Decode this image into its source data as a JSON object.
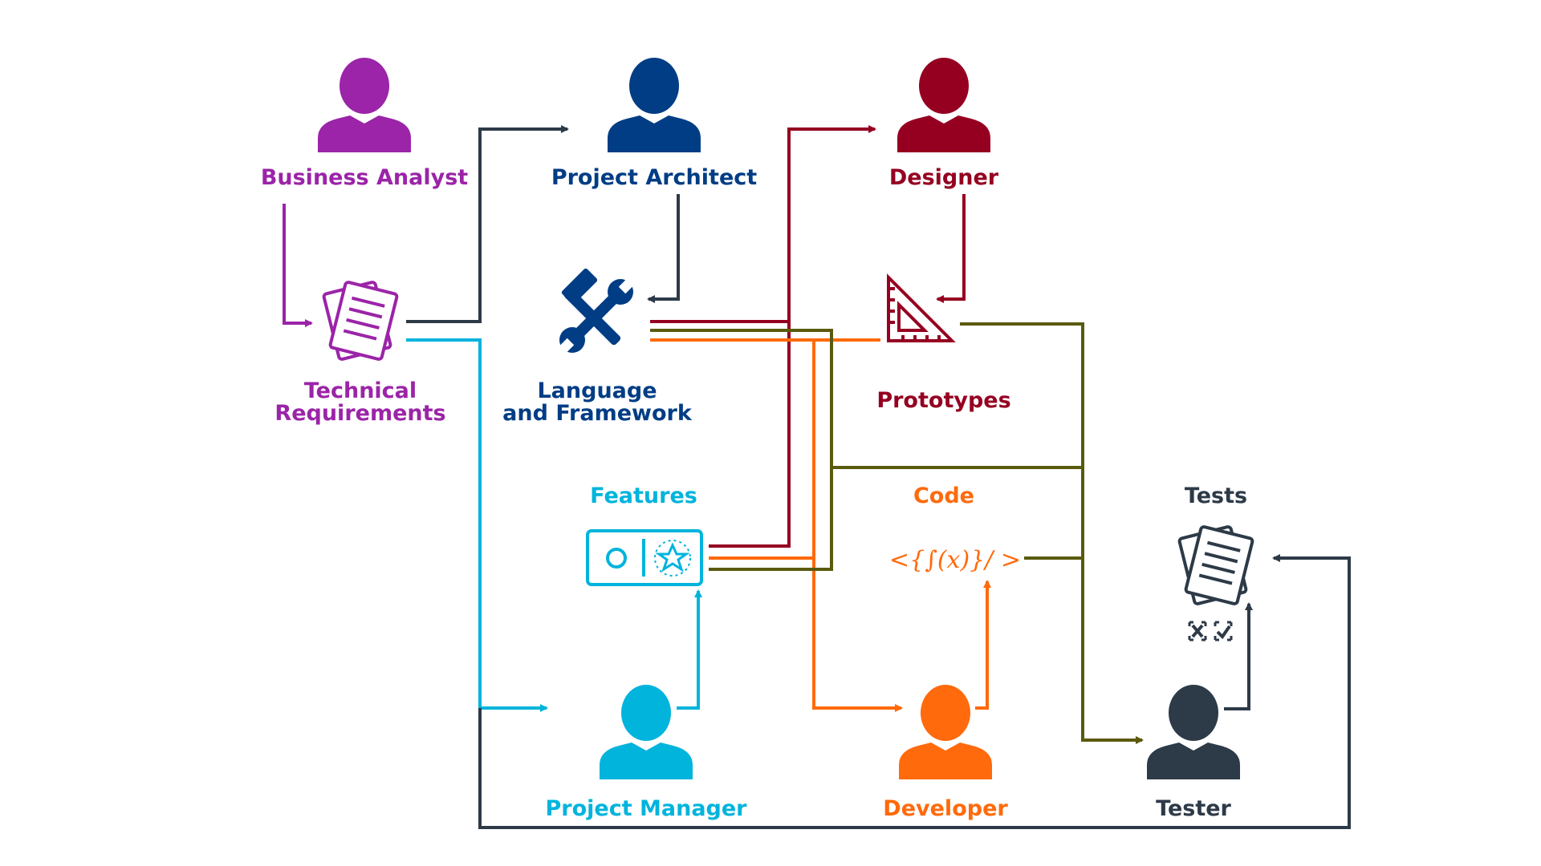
{
  "colors": {
    "business_analyst": "#9B24A8",
    "project_architect": "#003D84",
    "designer": "#950021",
    "project_manager": "#00B4DC",
    "developer": "#FF6A0C",
    "tester": "#2D3A48",
    "olive": "#5A5A0E"
  },
  "roles": {
    "business_analyst": "Business Analyst",
    "project_architect": "Project Architect",
    "designer": "Designer",
    "project_manager": "Project Manager",
    "developer": "Developer",
    "tester": "Tester"
  },
  "artifacts": {
    "technical_requirements_line1": "Technical",
    "technical_requirements_line2": "Requirements",
    "language_framework_line1": "Language",
    "language_framework_line2": "and Framework",
    "prototypes": "Prototypes",
    "features": "Features",
    "code": "Code",
    "tests": "Tests"
  },
  "icons": {
    "requirements": "document-stack-icon",
    "tools": "wrench-hammer-icon",
    "prototypes": "set-square-icon",
    "features": "feature-toggle-icon",
    "code": "function-code-icon",
    "tests": "test-checklist-icon",
    "person": "person-icon"
  },
  "code_glyph": "<{∫(x)}/ >"
}
